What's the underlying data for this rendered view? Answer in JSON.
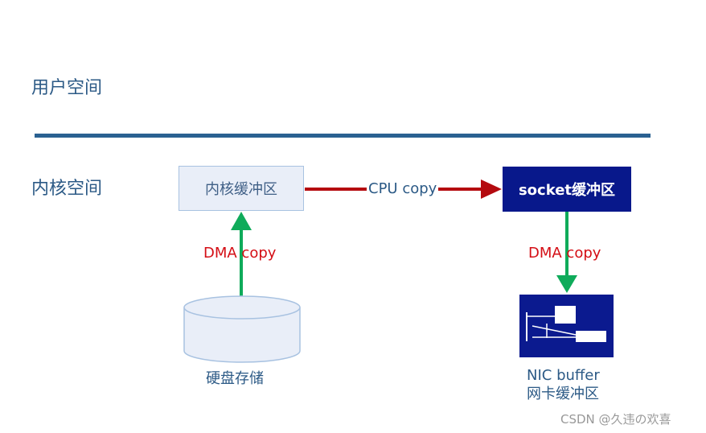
{
  "zones": {
    "user_space": "用户空间",
    "kernel_space": "内核空间"
  },
  "nodes": {
    "kernel_buffer": "内核缓冲区",
    "socket_buffer": "socket缓冲区",
    "disk": "硬盘存储",
    "nic_line1": "NIC buffer",
    "nic_line2": "网卡缓冲区"
  },
  "edges": {
    "cpu_copy": "CPU copy",
    "dma_copy_disk": "DMA copy",
    "dma_copy_nic": "DMA copy"
  },
  "watermark": "CSDN @久违の欢喜",
  "colors": {
    "divider": "#2a6191",
    "socket_box": "#08188b",
    "kernel_box_fill": "#e9eef8",
    "dma_arrow": "#0fab5a",
    "cpu_arrow": "#b40a0f",
    "dma_label": "#d40e15",
    "nic_card": "#0b1a8f"
  },
  "icons": {
    "disk": "cylinder-icon",
    "nic": "network-card-icon"
  }
}
